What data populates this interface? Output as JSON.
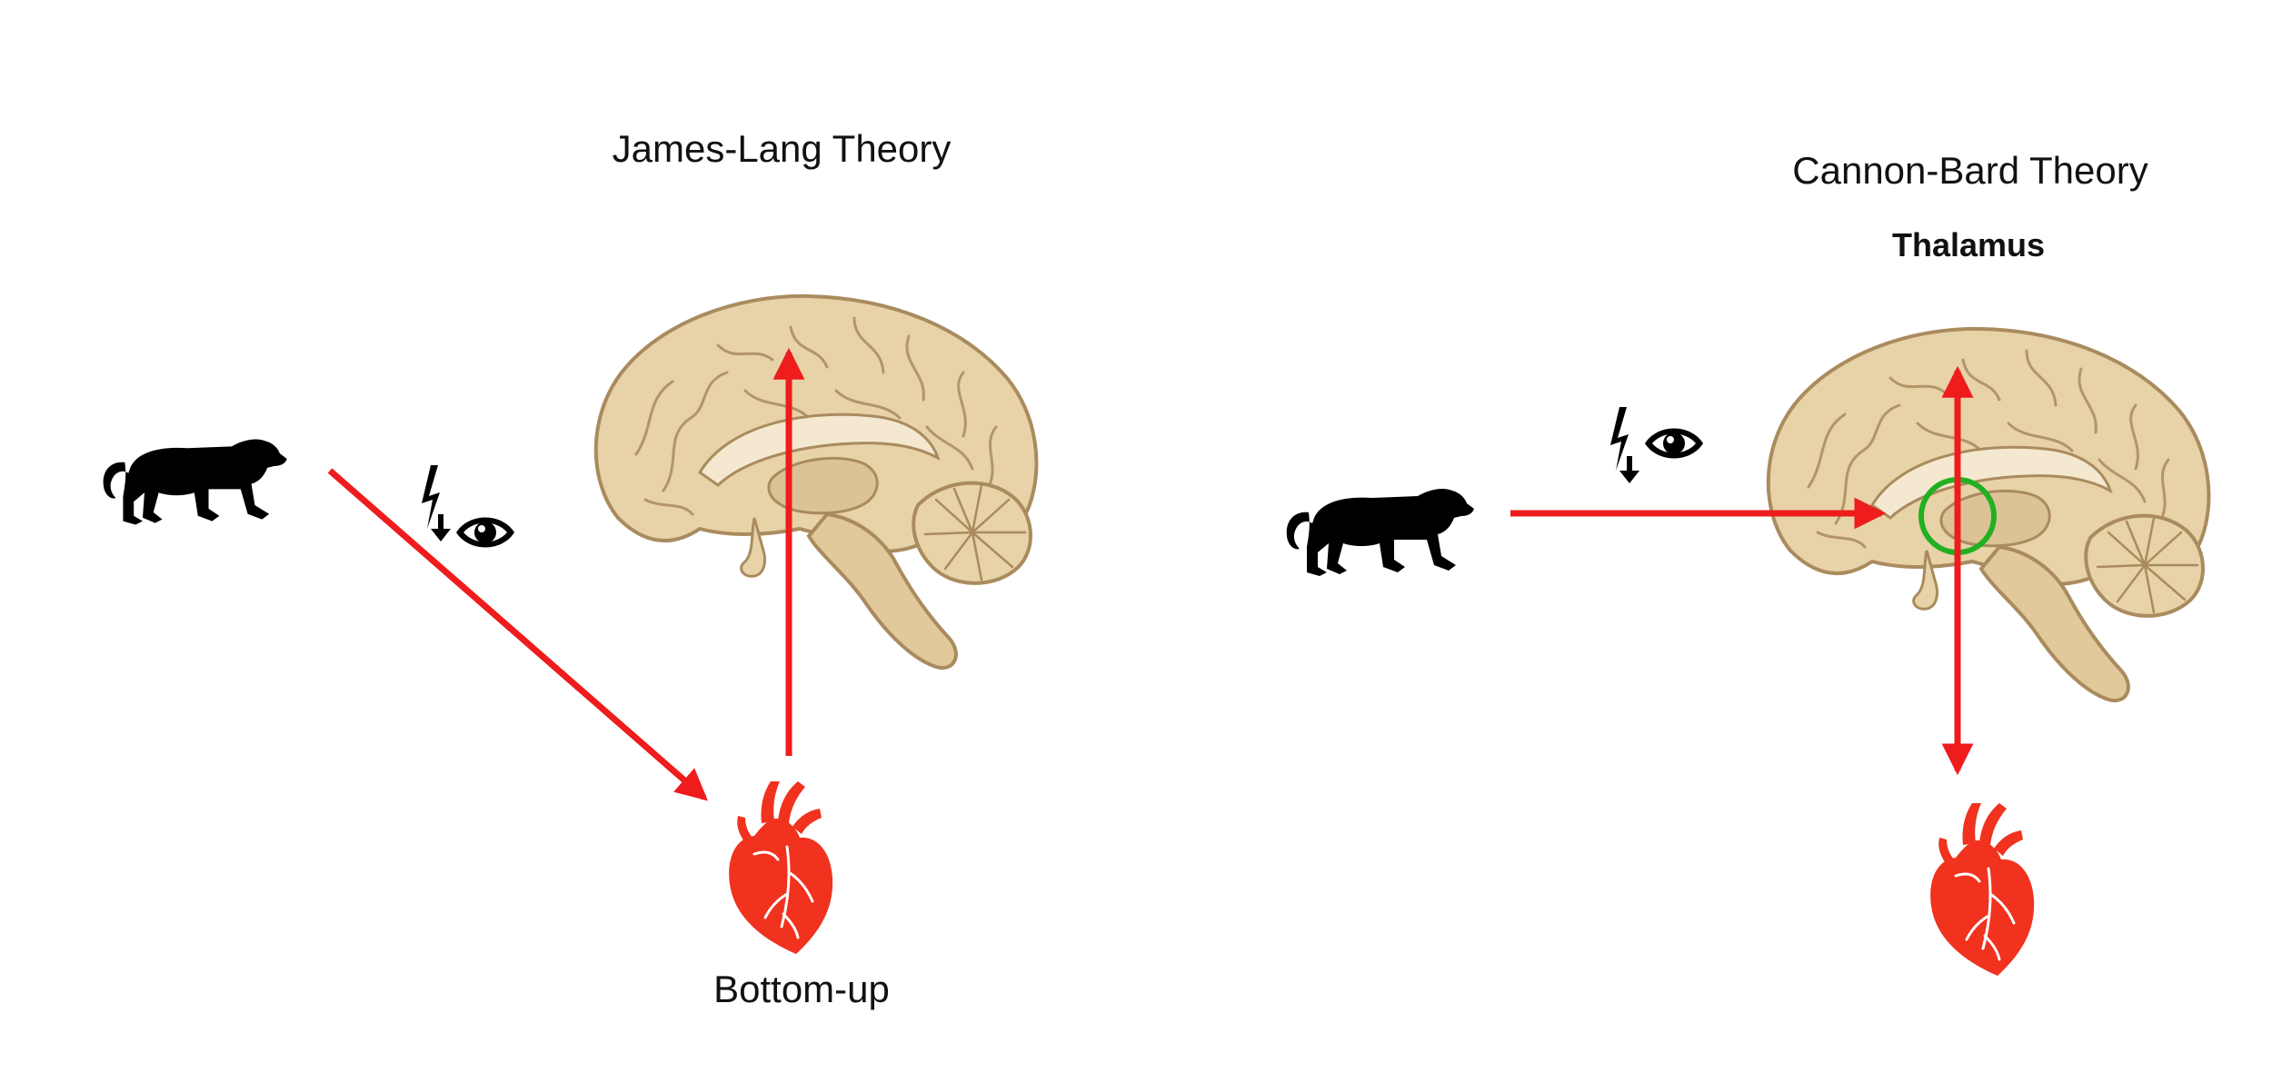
{
  "left_panel": {
    "title": "James-Lang Theory",
    "caption": "Bottom-up"
  },
  "right_panel": {
    "title": "Cannon-Bard Theory",
    "region_label": "Thalamus"
  },
  "colors": {
    "arrow": "#ee1c1c",
    "thalamus_ring": "#22b022",
    "heart": "#f0321e",
    "brain_fill": "#e8d2a8",
    "brain_outline": "#a98b5e",
    "silhouette": "#000000"
  },
  "icons": [
    "tiger-icon",
    "lightning-icon",
    "eye-icon",
    "brain-illustration",
    "heart-icon"
  ]
}
